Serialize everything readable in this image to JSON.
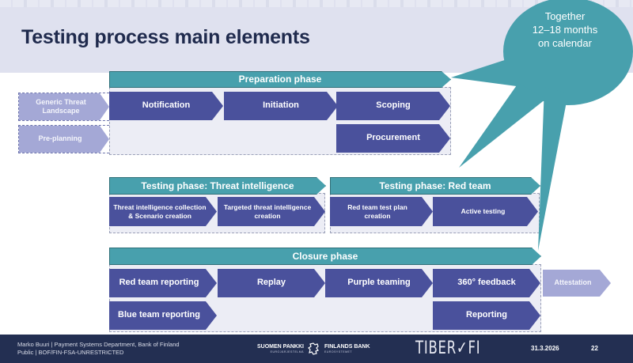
{
  "slide": {
    "title": "Testing process main elements",
    "callout": {
      "line1": "Together",
      "line2": "12–18 months",
      "line3": "on calendar",
      "color": "#48a0ad"
    },
    "pre_items": [
      {
        "label": "Generic Threat Landscape"
      },
      {
        "label": "Pre-planning"
      }
    ],
    "preparation": {
      "phase_label": "Preparation phase",
      "steps": [
        "Notification",
        "Initiation",
        "Scoping",
        "Procurement"
      ]
    },
    "testing_ti": {
      "phase_label": "Testing phase: Threat intelligence",
      "steps": [
        "Threat intelligence collection & Scenario creation",
        "Targeted threat intelligence creation"
      ]
    },
    "testing_rt": {
      "phase_label": "Testing phase: Red team",
      "steps": [
        "Red team test plan creation",
        "Active testing"
      ]
    },
    "closure": {
      "phase_label": "Closure phase",
      "steps": [
        "Red team reporting",
        "Replay",
        "Purple teaming",
        "360° feedback",
        "Blue team reporting",
        "Reporting"
      ]
    },
    "post_item": "Attestation",
    "colors": {
      "phase": "#48a0ad",
      "step": "#4a519c",
      "pre_post": "#a4a8d6",
      "title": "#1f2a4d",
      "footer": "#232f52"
    }
  },
  "footer": {
    "author_line": "Marko Buuri | Payment Systems Department, Bank of Finland",
    "classification": "Public | BOF/FIN-FSA-UNRESTRICTED",
    "bank_name_fi": "SUOMEN PANKKI",
    "bank_sub_fi": "EUROJÄRJESTELMÄ",
    "bank_name_sv": "FINLANDS BANK",
    "bank_sub_sv": "EUROSYSTEMET",
    "program_logo": "TIBER✓FI",
    "date": "31.3.2026",
    "page": "22"
  }
}
